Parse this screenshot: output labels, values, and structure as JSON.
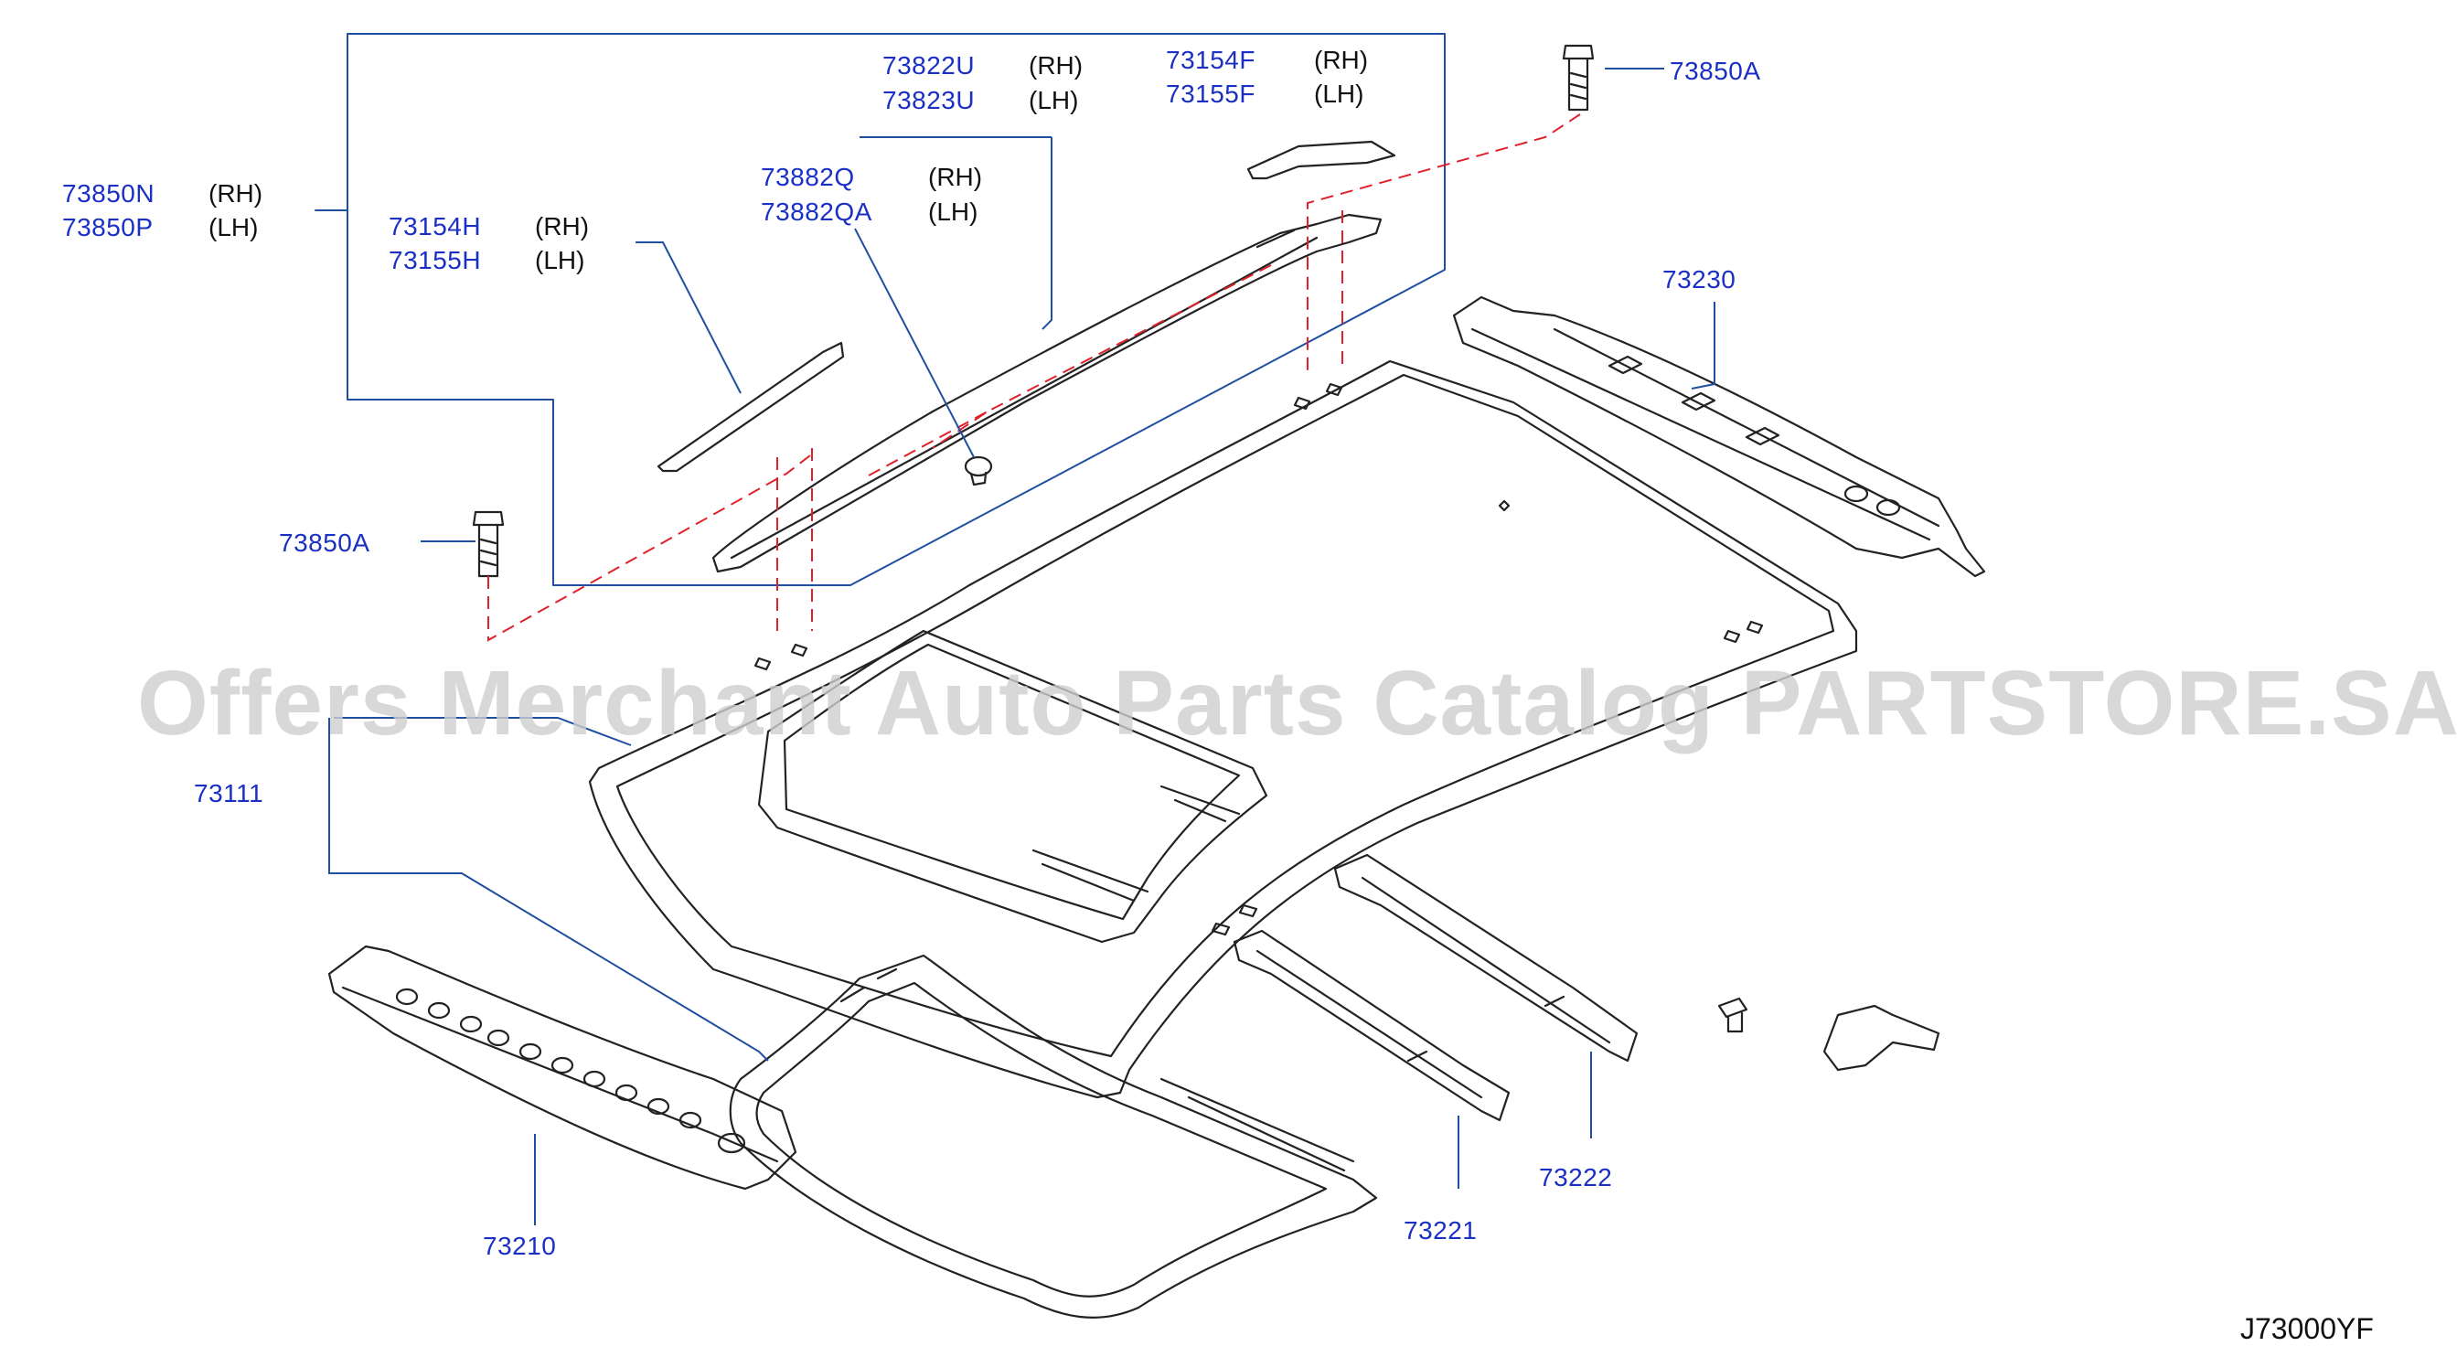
{
  "watermark": "Offers Merchant Auto Parts Catalog PARTSTORE.SA",
  "diagram_code": "J73000YF",
  "colors": {
    "part_number": "#1a2fc4",
    "lines": "#222222",
    "dashed": "#e0202a",
    "leader": "#1f4fa0",
    "watermark": "#cfcfcf"
  },
  "callouts": {
    "c73850N": {
      "part": "73850N",
      "side": "(RH)"
    },
    "c73850P": {
      "part": "73850P",
      "side": "(LH)"
    },
    "c73154H": {
      "part": "73154H",
      "side": "(RH)"
    },
    "c73155H": {
      "part": "73155H",
      "side": "(LH)"
    },
    "c73822U": {
      "part": "73822U",
      "side": "(RH)"
    },
    "c73823U": {
      "part": "73823U",
      "side": "(LH)"
    },
    "c73882Q": {
      "part": "73882Q",
      "side": "(RH)"
    },
    "c73882QA": {
      "part": "73882QA",
      "side": "(LH)"
    },
    "c73154F": {
      "part": "73154F",
      "side": "(RH)"
    },
    "c73155F": {
      "part": "73155F",
      "side": "(LH)"
    },
    "c73850A_top": {
      "part": "73850A"
    },
    "c73850A_left": {
      "part": "73850A"
    },
    "c73230": {
      "part": "73230"
    },
    "c73111": {
      "part": "73111"
    },
    "c73210": {
      "part": "73210"
    },
    "c73221": {
      "part": "73221"
    },
    "c73222": {
      "part": "73222"
    }
  }
}
